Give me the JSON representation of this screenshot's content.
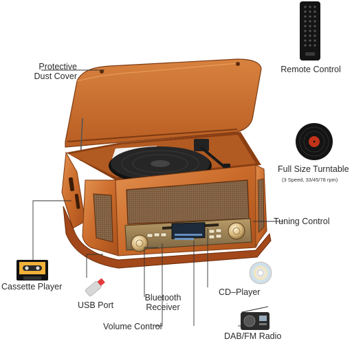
{
  "labels": {
    "dust_cover": [
      "Protective",
      "Dust Cover"
    ],
    "remote": "Remote Control",
    "turntable": "Full Size Turntable",
    "turntable_speeds": "(3 Speed, 33/45/78 rpm)",
    "tuning": "Tuning Control",
    "cassette": "Cassette Player",
    "usb": "USB Port",
    "bluetooth": [
      "Bluetooth",
      "Receiver"
    ],
    "cd": "CD–Player",
    "volume": "Volume Control",
    "radio": "DAB/FM Radio"
  },
  "colors": {
    "wood": "#c96a2a",
    "wood_dark": "#8a3e12",
    "wood_light": "#e08a45",
    "speaker_grille": "#8b6a4c",
    "panel_gold": "#c9a56a",
    "record_black": "#1c1c1c",
    "leader_line": "#333333"
  },
  "icons": [
    "remote-control-icon",
    "vinyl-record-icon",
    "cassette-tape-icon",
    "usb-stick-icon",
    "cd-disc-icon",
    "radio-icon"
  ]
}
